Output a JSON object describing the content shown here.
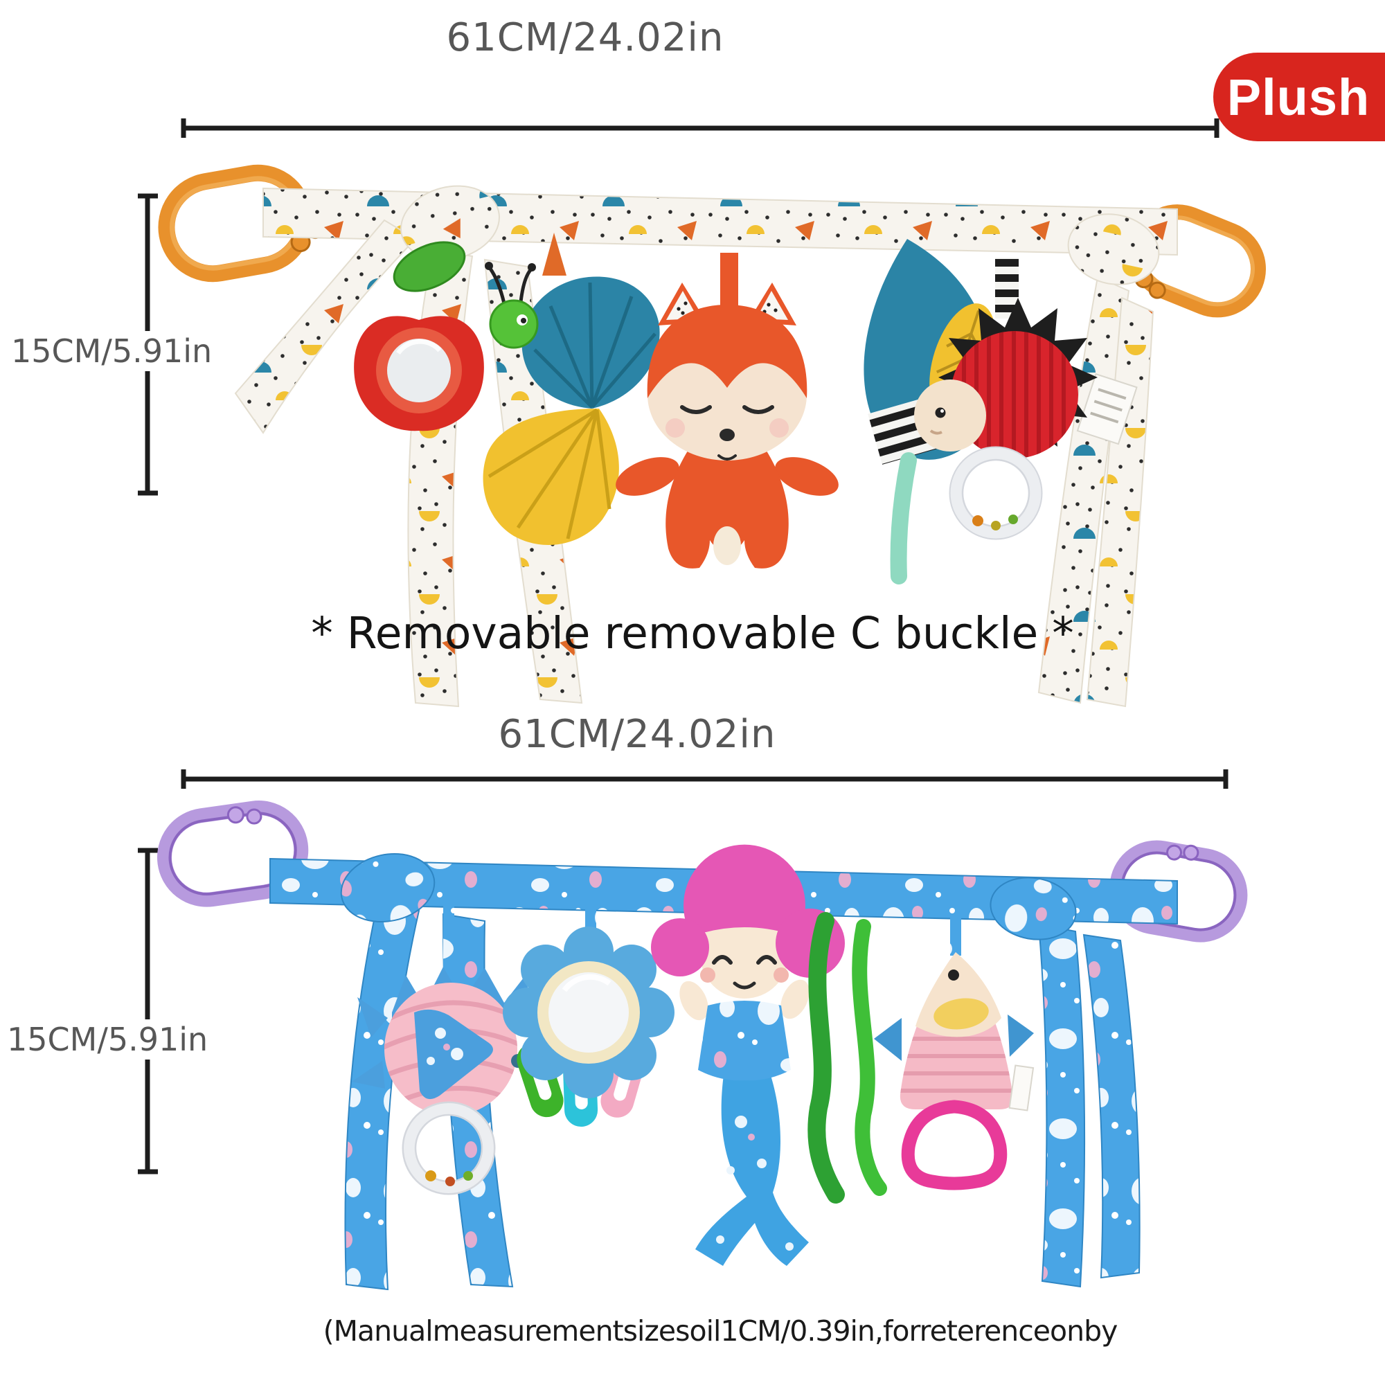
{
  "badge": {
    "label": "Plush"
  },
  "annotations": {
    "top_width": "61CM/24.02in",
    "top_height": "15CM/5.91in",
    "middle_note": "* Removable removable C buckle *",
    "bottom_width": "61CM/24.02in",
    "bottom_height": "15CM/5.91in",
    "footer_note": "(Manualmeasurementsizesoil1CM/0.39in,forreterenceonby"
  },
  "colors": {
    "badge_bg": "#d8251e",
    "badge_text": "#ffffff",
    "dimension_line": "#1d1d1d",
    "measure_text": "#575757",
    "note_text": "#141414",
    "orange_ring": "#e8912c",
    "purple_ring": "#b79ade",
    "white_ribbon": "#f7f4ee",
    "blue_ribbon": "#49a5e5"
  },
  "products": {
    "top_arch": {
      "theme": "forest-friends stroller arch",
      "toys": [
        "apple-with-mirror-and-caterpillar",
        "blue-and-yellow-fan-shell",
        "sleeping-fox",
        "teal-leaf-with-striped-patch",
        "red-hedgehog-with-rattle-ring"
      ]
    },
    "bottom_arch": {
      "theme": "ocean-friends stroller arch",
      "toys": [
        "pink-fish-with-rattle-ring",
        "mirror-rosette-with-ribbon-tags",
        "mermaid",
        "seaweed-strands",
        "pink-shark-with-teether-ring"
      ]
    }
  }
}
